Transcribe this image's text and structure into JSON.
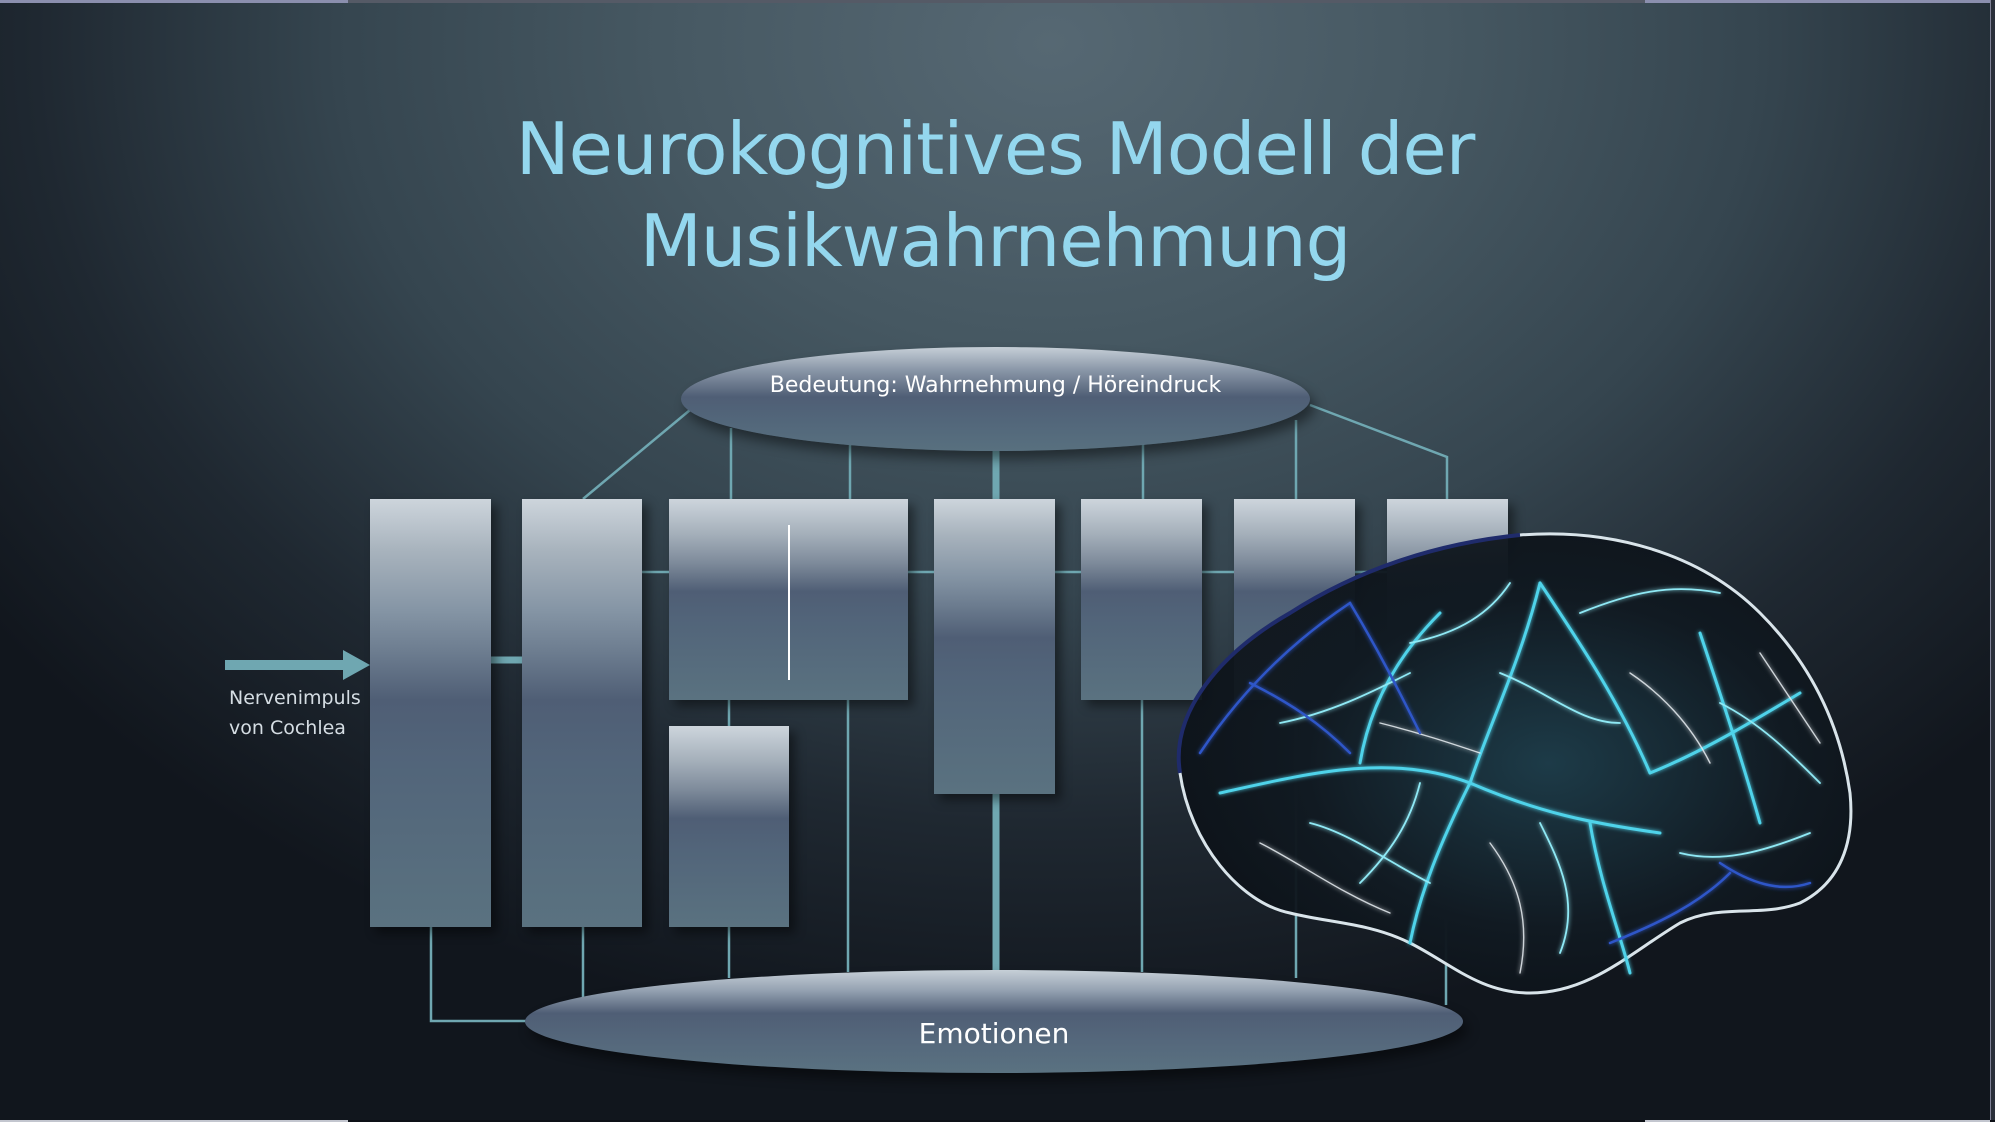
{
  "slide": {
    "title_line1": "Neurokognitives Modell der",
    "title_line2": "Musikwahrnehmung",
    "colors": {
      "title": "#94d7ee",
      "connector": "#6fa7b1",
      "box_top": "#cdd5dc",
      "box_mid": "#4f5e75",
      "box_bottom": "#5a7280",
      "background_center": "#566873",
      "background_edge": "#11161d"
    }
  },
  "diagram": {
    "input_label_line1": "Nervenimpuls",
    "input_label_line2": "von Cochlea",
    "top_node": "Bedeutung: Wahrnehmung / Höreindruck",
    "bottom_node": "Emotionen",
    "modules": [
      {
        "id": "module-1",
        "label": ""
      },
      {
        "id": "module-2",
        "label": ""
      },
      {
        "id": "module-3a",
        "label": ""
      },
      {
        "id": "module-3b",
        "label": ""
      },
      {
        "id": "module-4",
        "label": ""
      },
      {
        "id": "module-5",
        "label": ""
      },
      {
        "id": "module-6",
        "label": ""
      },
      {
        "id": "module-7",
        "label": ""
      }
    ],
    "illustration": "glowing-neural-brain"
  }
}
